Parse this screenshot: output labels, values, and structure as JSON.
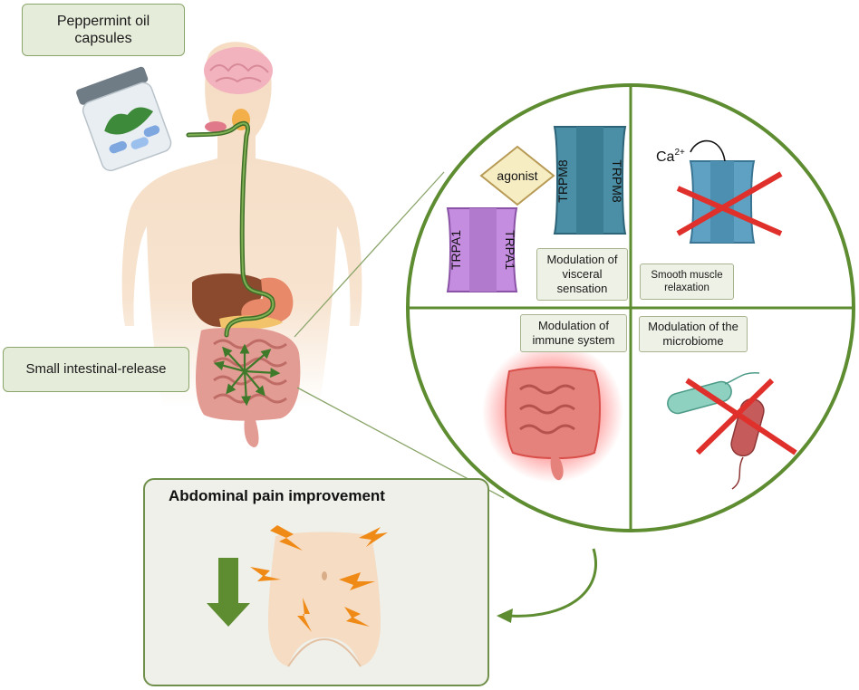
{
  "labels": {
    "peppermint": "Peppermint oil capsules",
    "small_intestinal": "Small intestinal-release",
    "agonist": "agonist",
    "trpm8": "TRPM8",
    "trpa1": "TRPA1",
    "calcium": "Ca",
    "calcium_charge": "2+",
    "visceral": "Modulation of visceral sensation",
    "smooth": "Smooth muscle relaxation",
    "immune": "Modulation of immune system",
    "microbiome": "Modulation of the microbiome",
    "abdominal": "Abdominal pain improvement"
  },
  "colors": {
    "panel_green": "#5e8c31",
    "trpm8_blue": "#4a8fa6",
    "trpa1_purple": "#b77ad2",
    "inhibit_red": "#e0302c",
    "pain_orange": "#f08a17",
    "skin": "#f5dcc3"
  },
  "icons": [
    "capsule-bottle-icon",
    "brain-icon",
    "stomach-icon",
    "liver-icon",
    "intestine-icon",
    "bacteria-icon",
    "lightning-bolt-icon",
    "down-arrow-icon"
  ]
}
